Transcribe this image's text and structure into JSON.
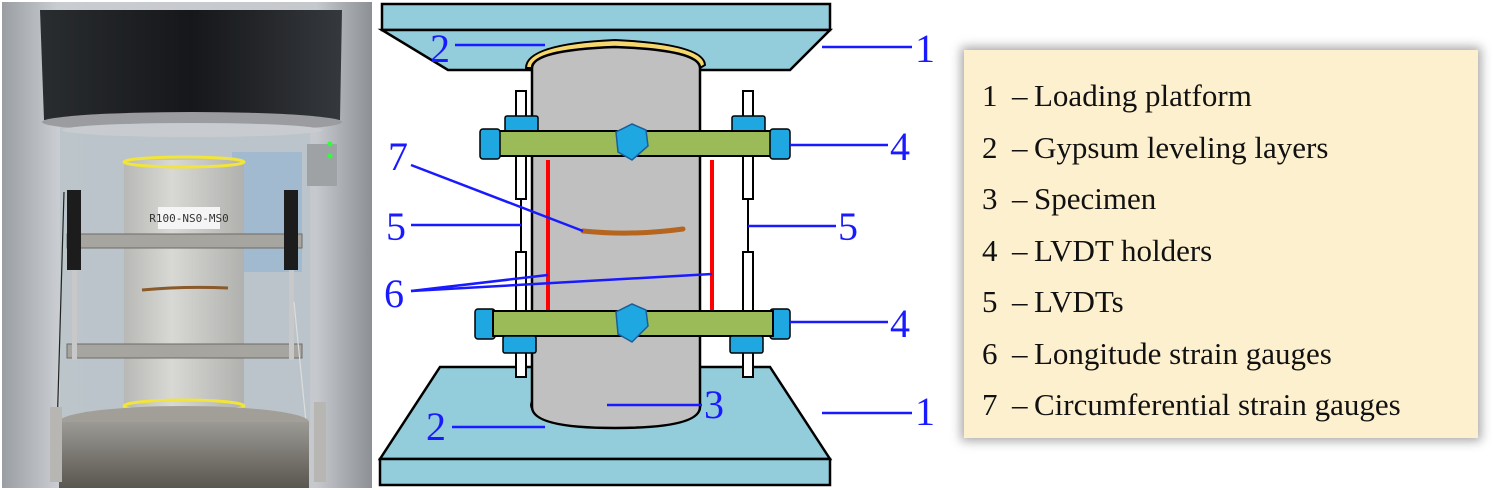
{
  "photo": {
    "specimen_label": "R100-NS0-MS0"
  },
  "diagram": {
    "callouts": {
      "top_platform": "1",
      "bottom_platform": "1",
      "top_gypsum": "2",
      "bottom_gypsum": "2",
      "specimen": "3",
      "top_holder": "4",
      "bottom_holder": "4",
      "left_lvdt": "5",
      "right_lvdt": "5",
      "longitude_gauges": "6",
      "circumferential_gauge": "7"
    },
    "colors": {
      "platform": "#93cddb",
      "gypsum": "#f5d76e",
      "specimen": "#c0c0c0",
      "holder_bar": "#9bbb59",
      "nut": "#1ea7e1",
      "longitude_gauge": "#ff0000",
      "circumferential_gauge": "#b5651d",
      "leader_line": "#1a1aff"
    }
  },
  "legend": {
    "separator": "–",
    "items": [
      {
        "num": "1",
        "label": "Loading platform"
      },
      {
        "num": "2",
        "label": "Gypsum leveling layers"
      },
      {
        "num": "3",
        "label": "Specimen"
      },
      {
        "num": "4",
        "label": "LVDT holders"
      },
      {
        "num": "5",
        "label": "LVDTs"
      },
      {
        "num": "6",
        "label": "Longitude strain gauges"
      },
      {
        "num": "7",
        "label": "Circumferential strain gauges"
      }
    ]
  }
}
